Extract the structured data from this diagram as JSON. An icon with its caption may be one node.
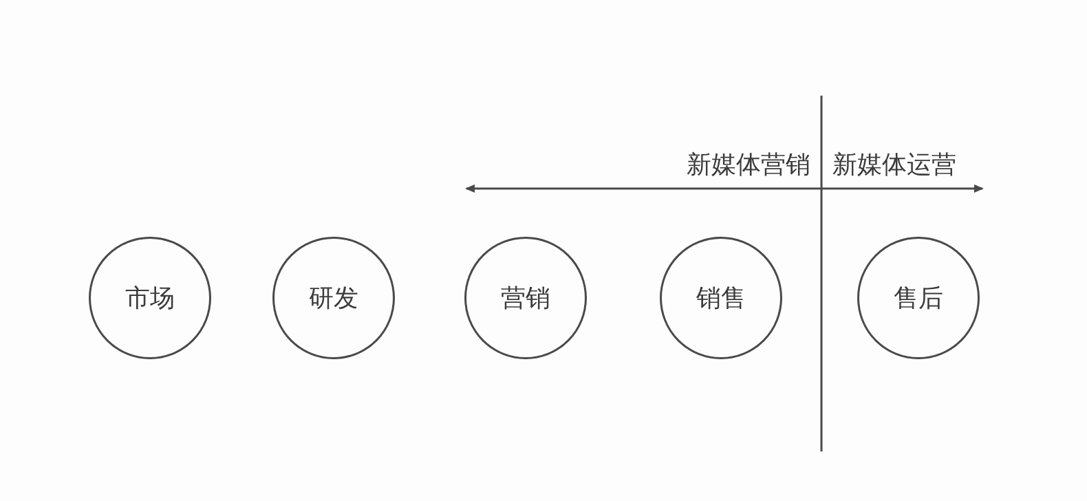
{
  "diagram": {
    "nodes": [
      {
        "text": [
          "市场"
        ]
      },
      {
        "text": [
          "研发"
        ]
      },
      {
        "text": [
          "营销"
        ]
      },
      {
        "text": [
          "销售"
        ]
      },
      {
        "text": [
          "售后"
        ]
      }
    ],
    "labels": [
      "新媒体营销",
      "新媒体运营"
    ]
  }
}
